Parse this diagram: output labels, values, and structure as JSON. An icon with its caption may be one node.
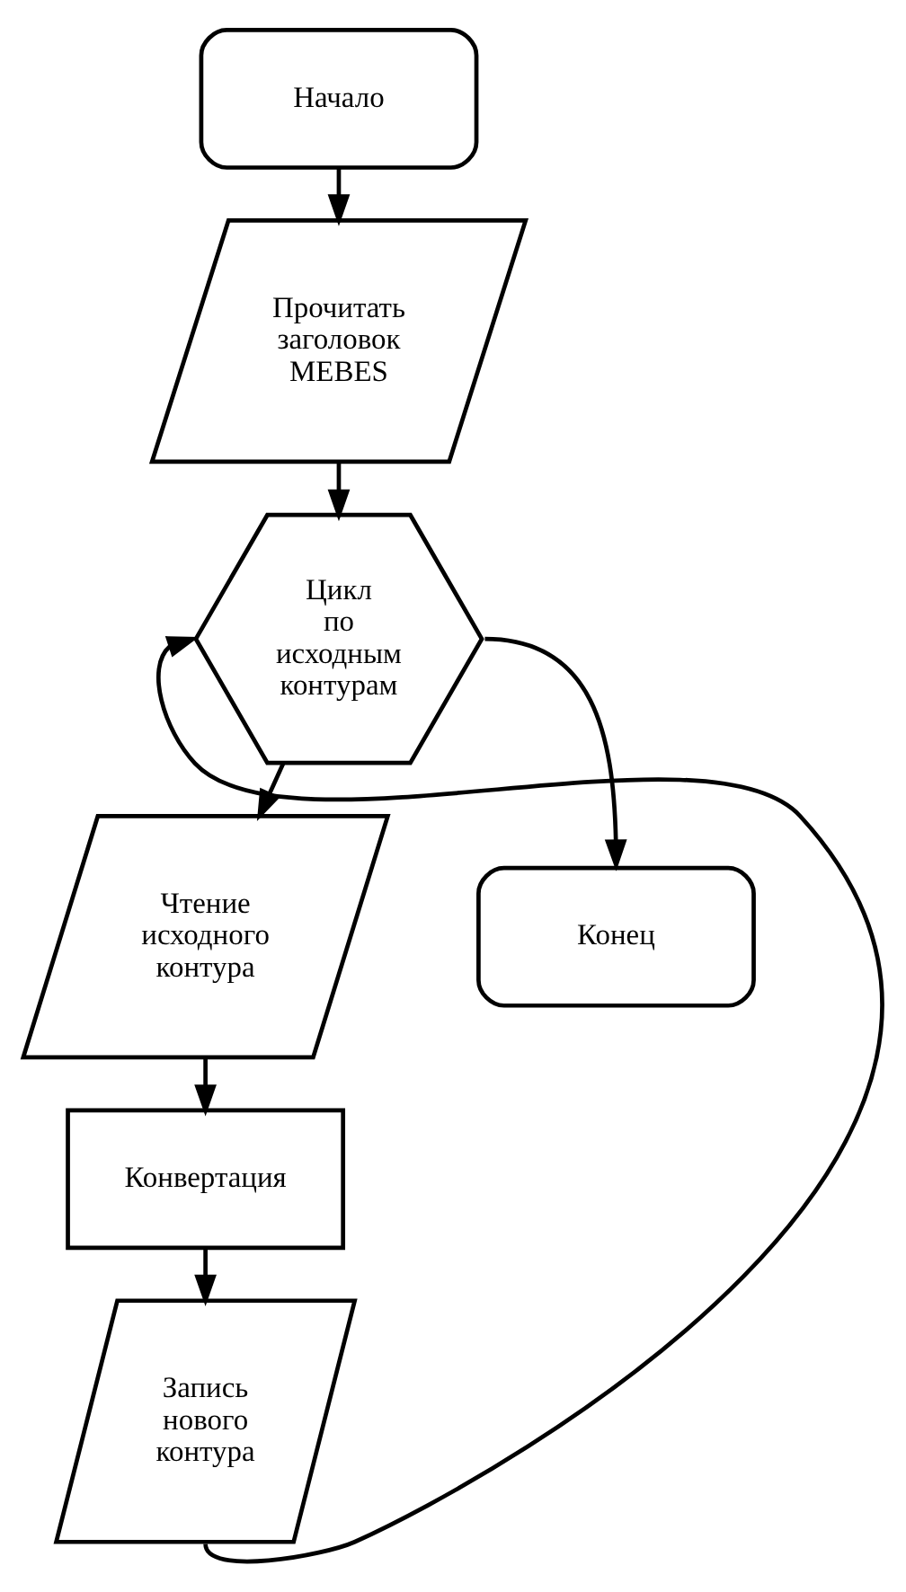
{
  "diagram": {
    "nodes": [
      {
        "text": [
          "Начало"
        ]
      },
      {
        "text": [
          "Прочитать заголовок MEBES"
        ]
      },
      {
        "text": [
          "Цикл по исходным контурам"
        ]
      },
      {
        "text": [
          "Чтение исходного контура"
        ]
      },
      {
        "text": [
          "Конвертация"
        ]
      },
      {
        "text": [
          "Запись нового контура"
        ]
      },
      {
        "text": [
          "Конец"
        ]
      }
    ],
    "edges": [
      {
        "from": 0,
        "to": 1,
        "arrow": "to"
      },
      {
        "from": 1,
        "to": 2,
        "arrow": "to"
      },
      {
        "from": 2,
        "to": 3,
        "arrow": "to"
      },
      {
        "from": 3,
        "to": 4,
        "arrow": "to"
      },
      {
        "from": 4,
        "to": 5,
        "arrow": "to"
      },
      {
        "from": 5,
        "to": 2,
        "arrow": "to"
      },
      {
        "from": 2,
        "to": 6,
        "arrow": "to"
      }
    ]
  }
}
